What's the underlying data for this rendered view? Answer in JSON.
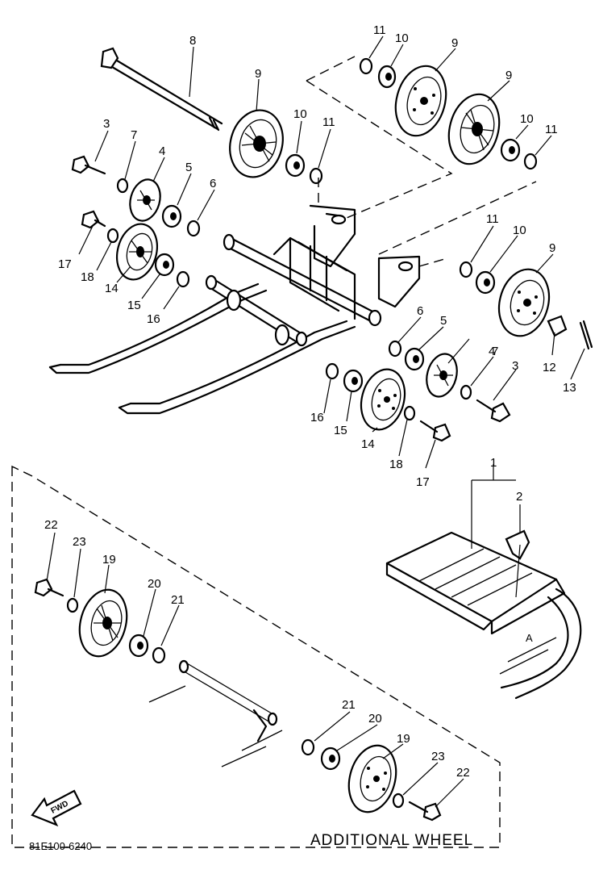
{
  "labels": {
    "p1": "1",
    "p2": "2",
    "p3a": "3",
    "p3b": "3",
    "p4a": "4",
    "p4b": "4",
    "p5a": "5",
    "p5b": "5",
    "p6a": "6",
    "p6b": "6",
    "p7a": "7",
    "p7b": "7",
    "p8": "8",
    "p9a": "9",
    "p9b": "9",
    "p9c": "9",
    "p9d": "9",
    "p10a": "10",
    "p10b": "10",
    "p10c": "10",
    "p10d": "10",
    "p11a": "11",
    "p11b": "11",
    "p11c": "11",
    "p11d": "11",
    "p12": "12",
    "p13": "13",
    "p14a": "14",
    "p14b": "14",
    "p15a": "15",
    "p15b": "15",
    "p16a": "16",
    "p16b": "16",
    "p17a": "17",
    "p17b": "17",
    "p18a": "18",
    "p18b": "18",
    "p19a": "19",
    "p19b": "19",
    "p20a": "20",
    "p20b": "20",
    "p21a": "21",
    "p21b": "21",
    "p22a": "22",
    "p22b": "22",
    "p23a": "23",
    "p23b": "23"
  },
  "detail_mark": "A",
  "fwd_label": "FWD",
  "group_caption": "ADDITIONAL WHEEL",
  "diagram_code": "81E100-6240"
}
